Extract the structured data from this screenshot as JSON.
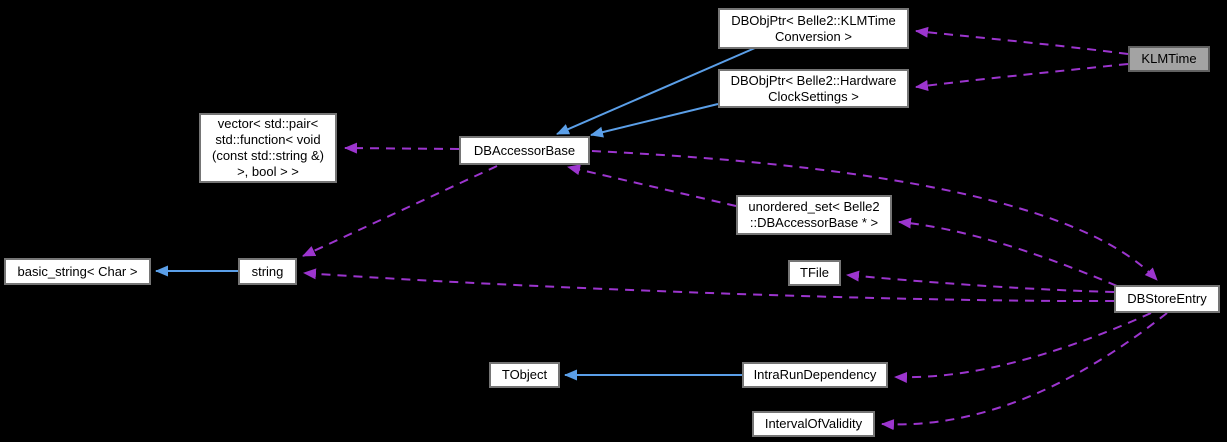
{
  "diagram": {
    "type": "doxygen-collaboration-graph",
    "current_class": "KLMTime",
    "colors": {
      "background": "#000000",
      "inheritance_edge": "#5b9fe8",
      "usage_edge": "#9c35ce",
      "node_fill": "#ffffff",
      "node_border": "#757575",
      "current_node_fill": "#a3a3a3",
      "text": "#000000"
    },
    "nodes": {
      "dbobjptr_klmtimeconversion": {
        "label": "DBObjPtr< Belle2::KLMTime\nConversion >"
      },
      "dbobjptr_hardwareclock": {
        "label": "DBObjPtr< Belle2::Hardware\nClockSettings >"
      },
      "klmtime": {
        "label": "KLMTime"
      },
      "vector_callbacks": {
        "label": "vector< std::pair<\nstd::function< void\n(const std::string &)\n>, bool > >"
      },
      "dbaccessorbase": {
        "label": "DBAccessorBase"
      },
      "unordered_set": {
        "label": "unordered_set< Belle2\n::DBAccessorBase * >"
      },
      "tfile": {
        "label": "TFile"
      },
      "basic_string": {
        "label": "basic_string< Char >"
      },
      "string": {
        "label": "string"
      },
      "dbstoreentry": {
        "label": "DBStoreEntry"
      },
      "tobject": {
        "label": "TObject"
      },
      "intrarundependency": {
        "label": "IntraRunDependency"
      },
      "intervalofvalidity": {
        "label": "IntervalOfValidity"
      }
    },
    "edges": [
      {
        "from": "KLMTime",
        "to": "DBObjPtr< Belle2::KLMTimeConversion >",
        "type": "usage"
      },
      {
        "from": "KLMTime",
        "to": "DBObjPtr< Belle2::HardwareClockSettings >",
        "type": "usage"
      },
      {
        "from": "DBObjPtr< Belle2::KLMTimeConversion >",
        "to": "DBAccessorBase",
        "type": "inheritance"
      },
      {
        "from": "DBObjPtr< Belle2::HardwareClockSettings >",
        "to": "DBAccessorBase",
        "type": "inheritance"
      },
      {
        "from": "DBAccessorBase",
        "to": "vector< std::pair< std::function< void(const std::string &) >, bool > >",
        "type": "usage"
      },
      {
        "from": "DBAccessorBase",
        "to": "string",
        "type": "usage"
      },
      {
        "from": "DBAccessorBase",
        "to": "DBStoreEntry",
        "type": "usage"
      },
      {
        "from": "unordered_set< Belle2::DBAccessorBase * >",
        "to": "DBAccessorBase",
        "type": "usage"
      },
      {
        "from": "string",
        "to": "basic_string< Char >",
        "type": "inheritance"
      },
      {
        "from": "DBStoreEntry",
        "to": "unordered_set< Belle2::DBAccessorBase * >",
        "type": "usage"
      },
      {
        "from": "DBStoreEntry",
        "to": "TFile",
        "type": "usage"
      },
      {
        "from": "DBStoreEntry",
        "to": "string",
        "type": "usage"
      },
      {
        "from": "DBStoreEntry",
        "to": "IntraRunDependency",
        "type": "usage"
      },
      {
        "from": "DBStoreEntry",
        "to": "IntervalOfValidity",
        "type": "usage"
      },
      {
        "from": "IntraRunDependency",
        "to": "TObject",
        "type": "inheritance"
      }
    ]
  }
}
